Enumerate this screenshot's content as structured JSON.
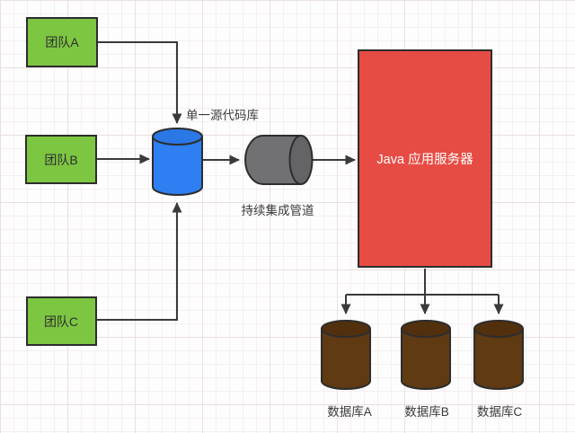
{
  "diagram": {
    "teams": [
      {
        "label": "团队A"
      },
      {
        "label": "团队B"
      },
      {
        "label": "团队C"
      }
    ],
    "repository": {
      "label": "单一源代码库"
    },
    "pipeline": {
      "label": "持续集成管道"
    },
    "app_server": {
      "label": "Java 应用服务器"
    },
    "databases": [
      {
        "label": "数据库A"
      },
      {
        "label": "数据库B"
      },
      {
        "label": "数据库C"
      }
    ]
  },
  "colors": {
    "team_box": "#7dc642",
    "repo_body": "#2e7ff2",
    "repo_top": "#2a77e6",
    "pipeline_body": "#717174",
    "pipeline_cap": "#646467",
    "app_server": "#e74c44",
    "app_server_text": "#ffffff",
    "database_body": "#5f3a12",
    "database_top": "#53300d",
    "connector": "#3a3a3a"
  }
}
